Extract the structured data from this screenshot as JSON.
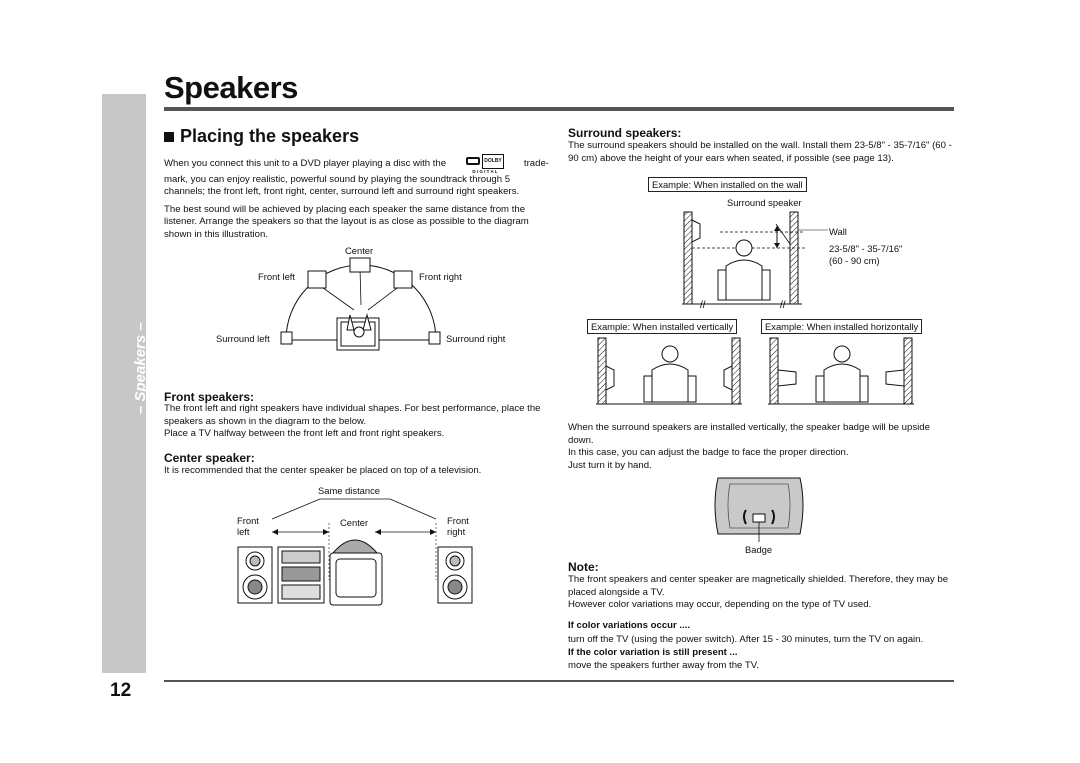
{
  "page": {
    "title": "Speakers",
    "sidebar_title": "Preparation for Use",
    "sidebar_subtitle": "– Speakers –",
    "page_number": "12"
  },
  "placing": {
    "heading": "Placing the speakers",
    "intro_1": "When you connect this unit to a DVD player playing a disc with the",
    "intro_1_tail": "trade-",
    "intro_2": "mark, you can enjoy realistic, powerful sound by playing the soundtrack through 5",
    "intro_3": "channels; the front left, front right, center, surround left and surround right speakers.",
    "intro_4": "The best sound will be achieved by placing each speaker the same distance from the listener. Arrange the speakers so that the layout is as close as possible to the diagram shown in this illustration.",
    "dolby_label": "DOLBY",
    "dolby_digital": "D I G I T A L"
  },
  "layout_diagram": {
    "center": "Center",
    "front_left": "Front left",
    "front_right": "Front right",
    "surround_left": "Surround left",
    "surround_right": "Surround right"
  },
  "front_speakers": {
    "heading": "Front speakers:",
    "text_1": "The front left and right speakers have individual shapes. For best performance, place the speakers as shown in the diagram to the below.",
    "text_2": "Place a TV halfway between the front left and front right speakers."
  },
  "center_speaker": {
    "heading": "Center speaker:",
    "text": "It is recommended that the center speaker be placed on top of a television."
  },
  "distance_diagram": {
    "same_distance": "Same distance",
    "front_left": "Front\nleft",
    "center": "Center",
    "front_right": "Front\nright"
  },
  "surround": {
    "heading": "Surround speakers:",
    "text": "The surround speakers should be installed on the wall. Install them 23-5/8\" - 35-7/16\" (60 - 90 cm) above the height of your ears when seated, if possible (see page 13).",
    "example_wall": "Example: When installed on the wall",
    "surround_speaker": "Surround speaker",
    "wall": "Wall",
    "height_in": "23-5/8\" - 35-7/16\"",
    "height_cm": "(60 - 90 cm)",
    "example_vertical": "Example: When installed vertically",
    "example_horizontal": "Example: When installed horizontally",
    "badge_text_1": "When the surround speakers are installed vertically, the speaker badge will be upside down.",
    "badge_text_2": "In this case, you can adjust the badge to face the proper direction.",
    "badge_text_3": "Just turn it by hand.",
    "badge": "Badge"
  },
  "note": {
    "heading": "Note:",
    "text_1": "The front speakers and center speaker are magnetically shielded. Therefore, they may be placed alongside a TV.",
    "text_2": "However color variations may occur, depending on the type of TV used.",
    "if_1": "If color variations occur ....",
    "if_1_text": "turn off the TV (using the power switch). After 15 - 30 minutes, turn the TV on again.",
    "if_2": "If the color variation is still present ...",
    "if_2_text": "move the speakers further away from the TV."
  }
}
